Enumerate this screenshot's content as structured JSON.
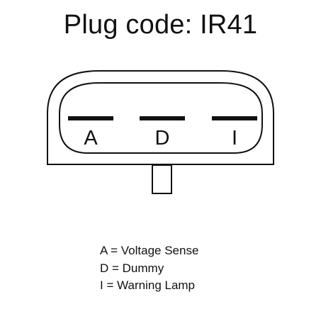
{
  "title": "Plug code: IR41",
  "pins": [
    {
      "label": "A"
    },
    {
      "label": "D"
    },
    {
      "label": "I"
    }
  ],
  "legend": [
    "A = Voltage Sense",
    "D = Dummy",
    "I = Warning Lamp"
  ]
}
